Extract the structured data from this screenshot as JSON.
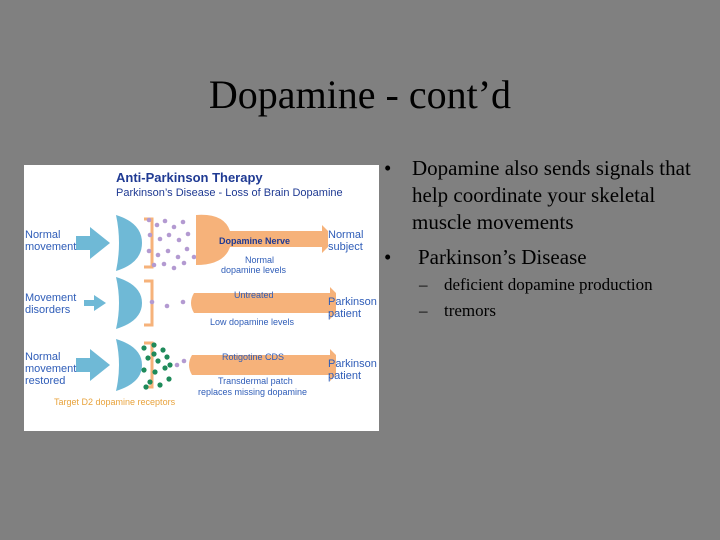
{
  "slide": {
    "title": "Dopamine - cont’d",
    "bullets": [
      {
        "marker": "•",
        "text": "Dopamine also sends signals that help coordinate your skeletal muscle movements"
      },
      {
        "marker": "•",
        "text": "Parkinson’s Disease"
      }
    ],
    "subbullets": [
      {
        "marker": "–",
        "text": "deficient dopamine production"
      },
      {
        "marker": "–",
        "text": "tremors"
      }
    ]
  },
  "figure": {
    "title": "Anti-Parkinson Therapy",
    "subtitle": "Parkinson’s Disease - Loss of Brain Dopamine",
    "rows": [
      {
        "left_line1": "Normal",
        "left_line2": "movement",
        "left_line3": "",
        "nerve_label": "Dopamine Nerve",
        "under_line1": "Normal",
        "under_line2": "dopamine levels",
        "right_line1": "Normal",
        "right_line2": "subject"
      },
      {
        "left_line1": "Movement",
        "left_line2": "disorders",
        "left_line3": "",
        "nerve_label": "Untreated",
        "under_line1": "Low dopamine levels",
        "under_line2": "",
        "right_line1": "Parkinson",
        "right_line2": "patient"
      },
      {
        "left_line1": "Normal",
        "left_line2": "movement",
        "left_line3": "restored",
        "nerve_label": "Rotigotine CDS",
        "under_line1": "Transdermal patch",
        "under_line2": "replaces missing dopamine",
        "right_line1": "Parkinson",
        "right_line2": "patient"
      }
    ],
    "footer": "Target D2 dopamine receptors",
    "colors": {
      "title": "#1f3a93",
      "label_blue": "#2f5db8",
      "nerve": "#f6b27a",
      "receptor": "#6fb9d6",
      "dot_purple": "#b39ad1",
      "dot_green": "#1e8a5a",
      "accent_orange": "#e8a33c"
    }
  }
}
